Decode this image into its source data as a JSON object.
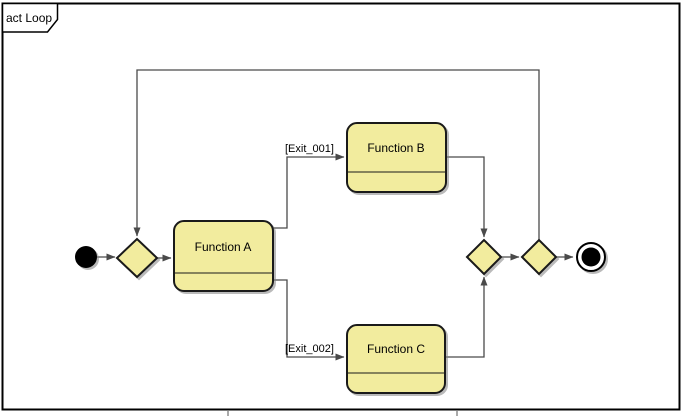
{
  "frame": {
    "label": "act Loop",
    "type": "uml-activity-frame"
  },
  "colors": {
    "background": "#FFFFFF",
    "node_fill": "#F2EC9E",
    "node_border": "#1A1A1A",
    "edge": "#4A4A4A",
    "frame_border": "#000000",
    "initial_final_fill": "#000000"
  },
  "nodes": [
    {
      "id": "initial",
      "type": "initial-node"
    },
    {
      "id": "merge1",
      "type": "merge-node"
    },
    {
      "id": "functionA",
      "type": "action",
      "label": "Function A"
    },
    {
      "id": "functionB",
      "type": "action",
      "label": "Function B"
    },
    {
      "id": "functionC",
      "type": "action",
      "label": "Function C"
    },
    {
      "id": "merge2",
      "type": "merge-node"
    },
    {
      "id": "decision",
      "type": "decision-node"
    },
    {
      "id": "final",
      "type": "activity-final-node"
    }
  ],
  "edges": [
    {
      "from": "initial",
      "to": "merge1"
    },
    {
      "from": "merge1",
      "to": "functionA"
    },
    {
      "from": "decision",
      "to": "merge1",
      "kind": "loop-back"
    },
    {
      "from": "functionA",
      "to": "functionB",
      "guard": "[Exit_001]"
    },
    {
      "from": "functionA",
      "to": "functionC",
      "guard": "[Exit_002]"
    },
    {
      "from": "functionB",
      "to": "merge2"
    },
    {
      "from": "functionC",
      "to": "merge2"
    },
    {
      "from": "merge2",
      "to": "decision"
    },
    {
      "from": "decision",
      "to": "final"
    }
  ]
}
